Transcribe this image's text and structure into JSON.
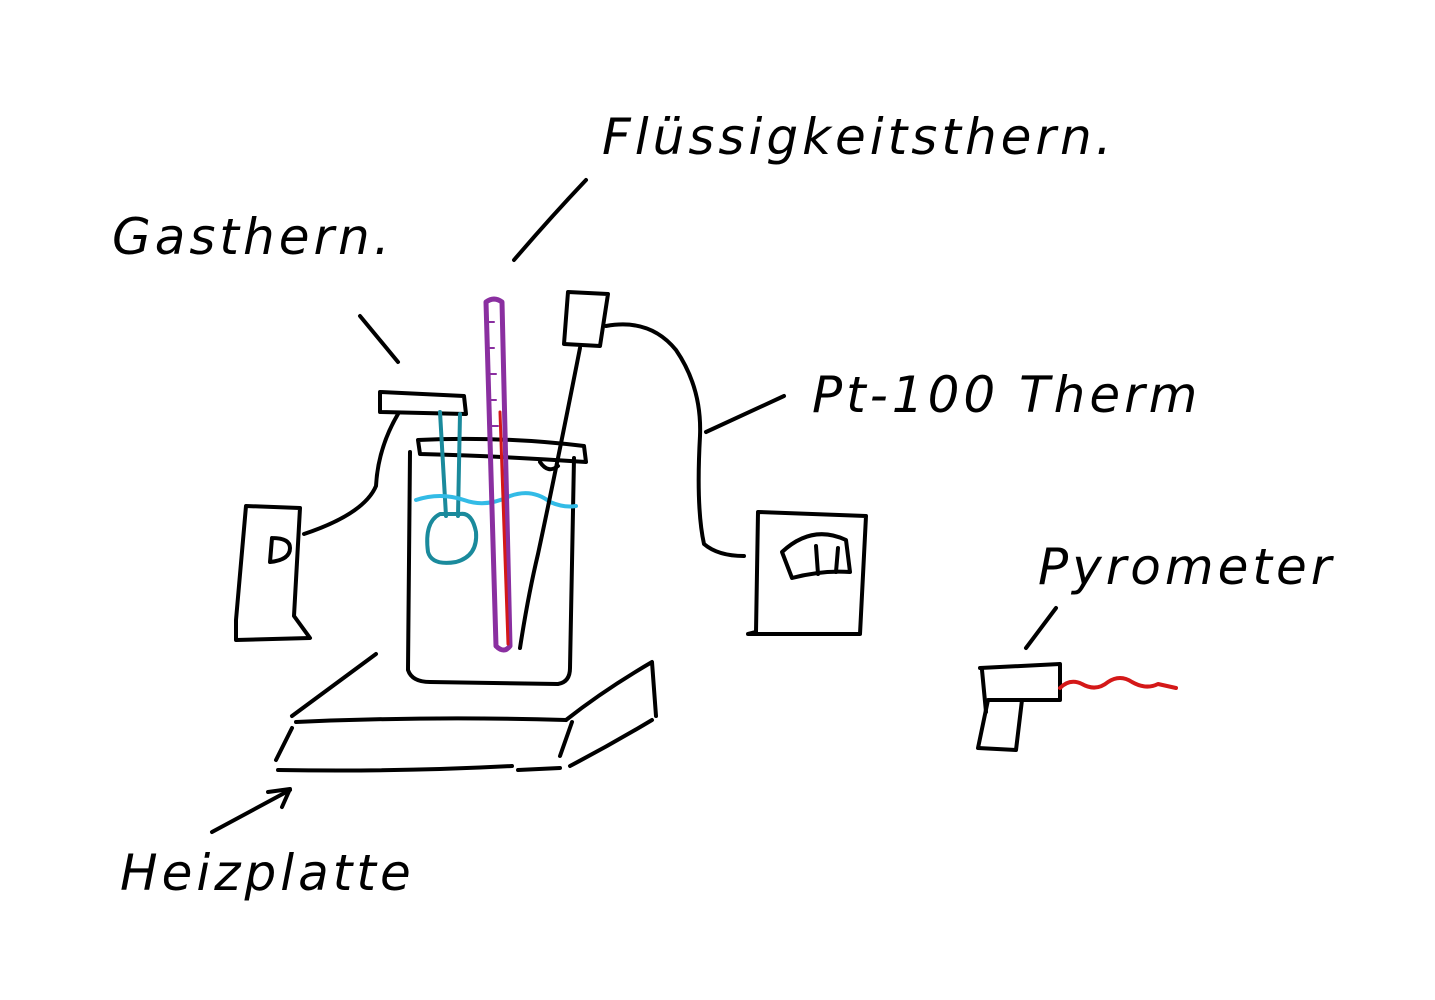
{
  "labels": {
    "gas_thermometer": "Gasthern.",
    "liquid_thermometer": "Flüssigkeitsthern.",
    "pt100_thermometer": "Pt-100 Therm",
    "pyrometer": "Pyrometer",
    "hot_plate": "Heizplatte"
  },
  "colors": {
    "ink": "#000000",
    "gas_thermometer_bulb": "#1a8a9c",
    "liquid_level": "#33bbe6",
    "liquid_thermometer_tube": "#8a2fa0",
    "liquid_thermometer_column": "#d41818",
    "infrared_ray": "#d41818"
  }
}
